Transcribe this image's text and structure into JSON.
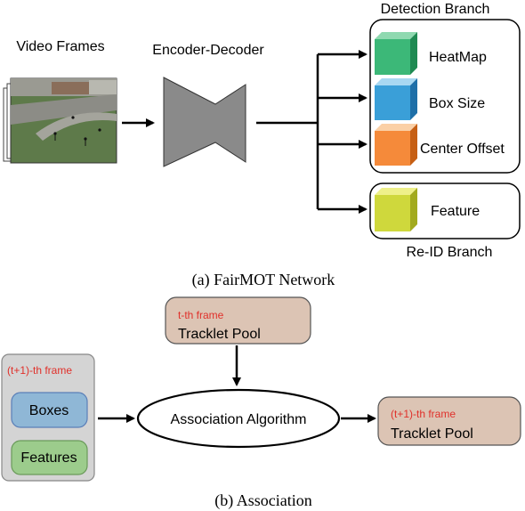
{
  "network": {
    "video_frames_label": "Video Frames",
    "encoder_decoder_label": "Encoder-Decoder",
    "detection_branch_label": "Detection Branch",
    "reid_branch_label": "Re-ID Branch",
    "heads": {
      "heatmap": "HeatMap",
      "box_size": "Box Size",
      "center_offset": "Center Offset",
      "feature": "Feature"
    },
    "caption": "(a) FairMOT Network"
  },
  "association": {
    "tracklet_pool_t": {
      "frame_label": "t-th frame",
      "pool_label": "Tracklet Pool"
    },
    "input_group": {
      "frame_label": "(t+1)-th frame",
      "boxes_label": "Boxes",
      "features_label": "Features"
    },
    "algorithm_label": "Association Algorithm",
    "tracklet_pool_t1": {
      "frame_label": "(t+1)-th frame",
      "pool_label": "Tracklet Pool"
    },
    "caption": "(b) Association"
  },
  "colors": {
    "heatmap": "#3cb878",
    "box_size": "#3a9fd8",
    "center_offset": "#f58a3a",
    "feature": "#cfd83c",
    "frame_label_red": "#e0302a",
    "tracklet_pool_fill": "#dcc4b4",
    "input_group_fill": "#d4d4d4",
    "boxes_fill": "#8fb7d6",
    "features_fill": "#9ccc8c"
  }
}
